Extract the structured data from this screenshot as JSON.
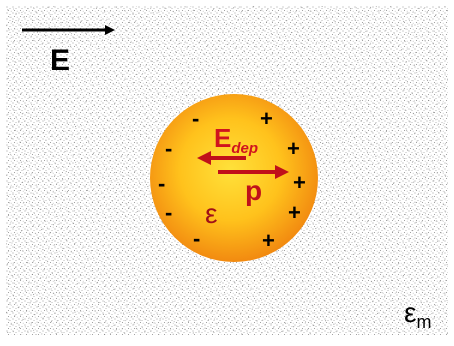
{
  "field": {
    "label": "E"
  },
  "sphere": {
    "permittivity_label": "ε",
    "depolarization_field": {
      "base": "E",
      "subscript": "dep"
    },
    "dipole_label": "p",
    "negative_charges": [
      "-",
      "-",
      "-",
      "-",
      "-"
    ],
    "positive_charges": [
      "+",
      "+",
      "+",
      "+",
      "+",
      "+"
    ]
  },
  "medium": {
    "base": "ε",
    "subscript": "m"
  },
  "colors": {
    "sphere_center": "#ffe13a",
    "sphere_edge": "#f28a10",
    "arrows": "#c0101a",
    "text": "#000000",
    "noise": "#9a9a9a"
  }
}
